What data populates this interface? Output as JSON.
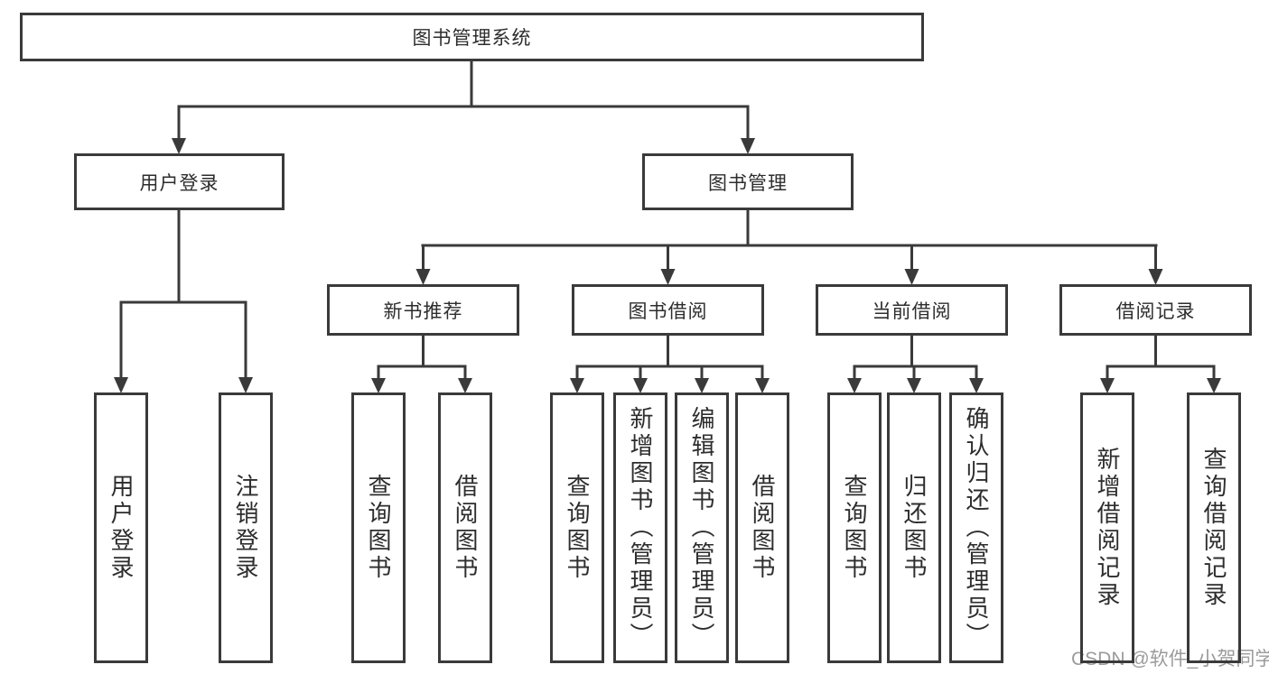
{
  "tree": {
    "root": "图书管理系统",
    "branches": [
      {
        "label": "用户登录",
        "leaves": [
          "用户登录",
          "注销登录"
        ]
      },
      {
        "label": "图书管理",
        "groups": [
          {
            "label": "新书推荐",
            "leaves": [
              "查询图书",
              "借阅图书"
            ]
          },
          {
            "label": "图书借阅",
            "leaves": [
              "查询图书",
              "新增图书（管理员）",
              "编辑图书（管理员）",
              "借阅图书"
            ]
          },
          {
            "label": "当前借阅",
            "leaves": [
              "查询图书",
              "归还图书",
              "确认归还（管理员）"
            ]
          },
          {
            "label": "借阅记录",
            "leaves": [
              "新增借阅记录",
              "查询借阅记录"
            ]
          }
        ]
      }
    ]
  },
  "watermark": "CSDN @软件_小贺同学",
  "colors": {
    "line": "#3a3a3a",
    "text": "#2d2d2d",
    "watermark": "#9b9b9b",
    "background": "#ffffff"
  }
}
